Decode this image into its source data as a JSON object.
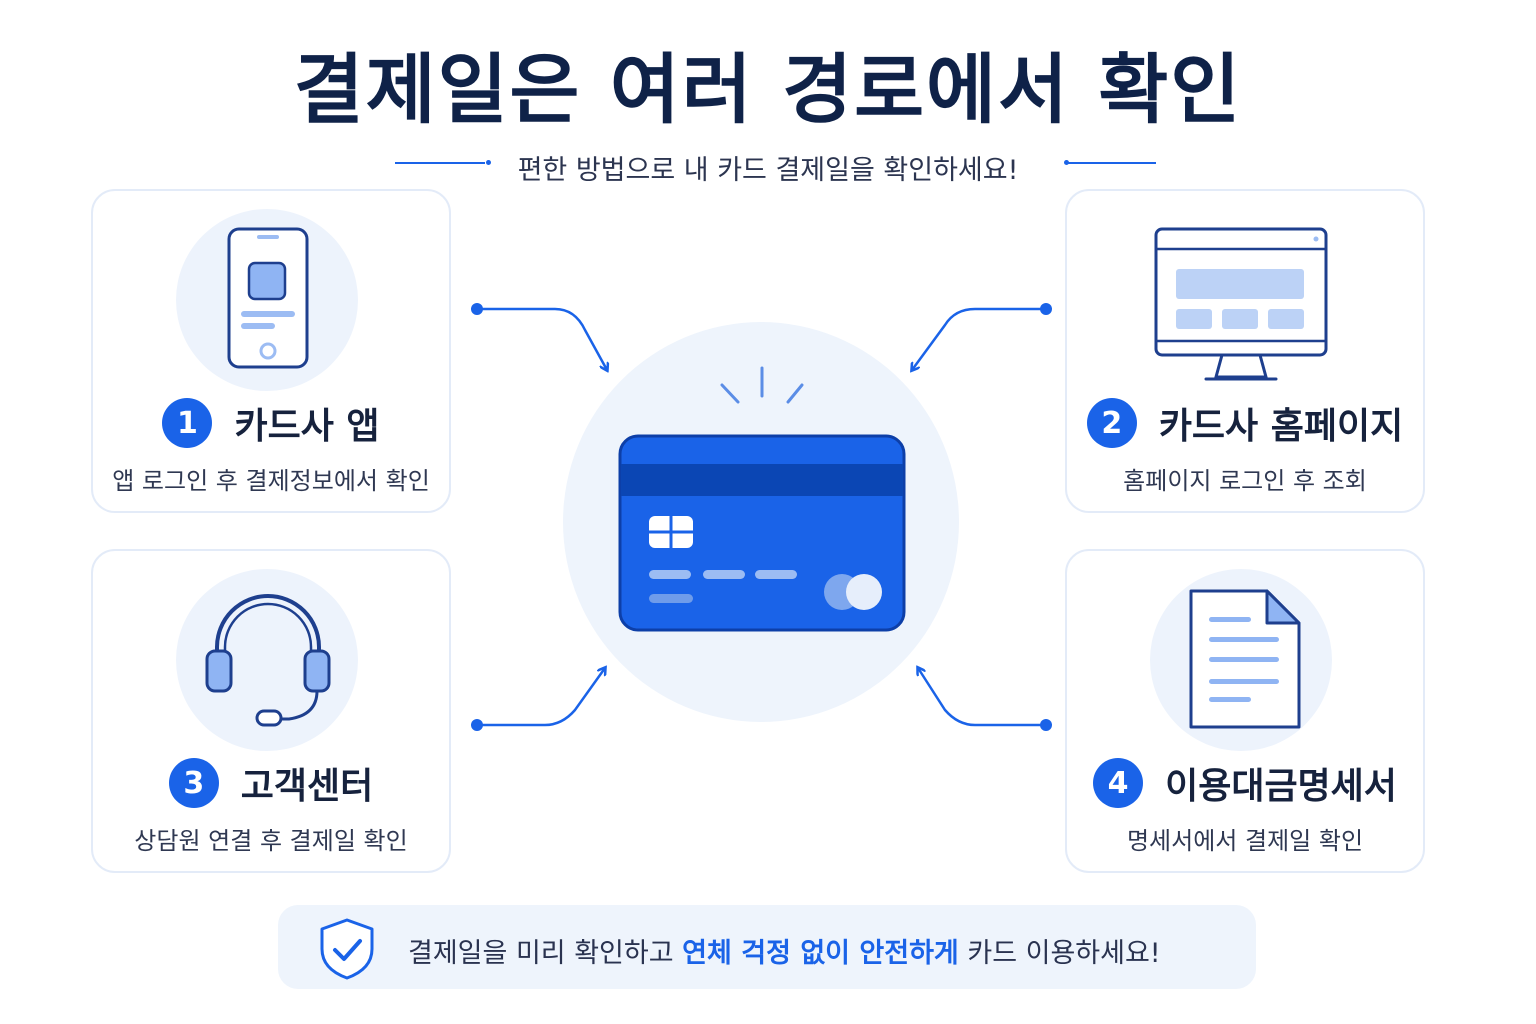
{
  "title": "결제일은 여러 경로에서 확인",
  "subtitle": "편한 방법으로 내 카드 결제일을 확인하세요!",
  "methods": [
    {
      "number": "1",
      "title": "카드사 앱",
      "desc": "앱 로그인 후 결제정보에서 확인",
      "icon": "smartphone-icon"
    },
    {
      "number": "2",
      "title": "카드사 홈페이지",
      "desc": "홈페이지 로그인 후 조회",
      "icon": "monitor-icon"
    },
    {
      "number": "3",
      "title": "고객센터",
      "desc": "상담원 연결 후 결제일 확인",
      "icon": "headset-icon"
    },
    {
      "number": "4",
      "title": "이용대금명세서",
      "desc": "명세서에서 결제일 확인",
      "icon": "document-icon"
    }
  ],
  "center_icon": "credit-card-icon",
  "banner": {
    "icon": "shield-check-icon",
    "text_before": "결제일을 미리 확인하고 ",
    "text_highlight": "연체 걱정 없이 안전하게",
    "text_after": " 카드 이용하세요!"
  },
  "colors": {
    "accent": "#1a63e8",
    "title": "#0f2248",
    "light_bg": "#eef4fc"
  }
}
